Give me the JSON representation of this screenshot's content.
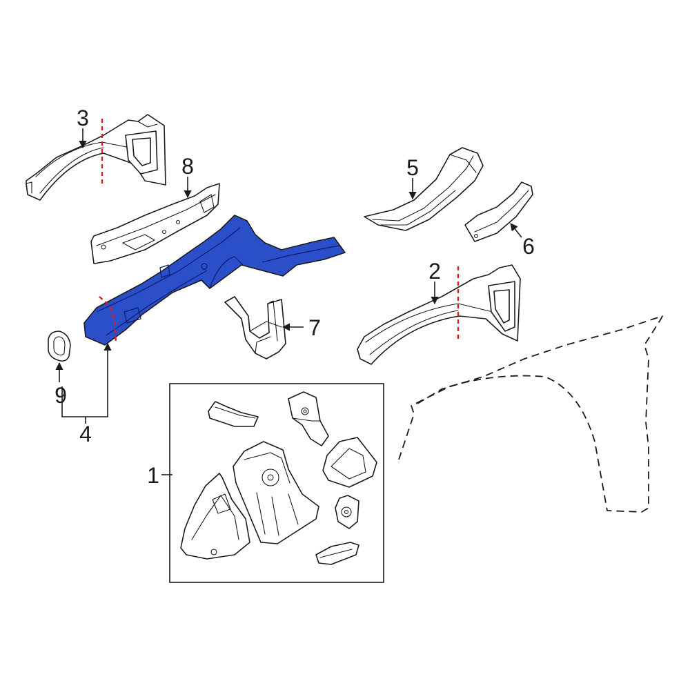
{
  "colors": {
    "highlight": "#2b4fc9",
    "cut_line": "#d42020",
    "line": "#1a1a1a",
    "background": "#ffffff"
  },
  "callouts": {
    "c1": "1",
    "c2": "2",
    "c3": "3",
    "c4": "4",
    "c5": "5",
    "c6": "6",
    "c7": "7",
    "c8": "8",
    "c9": "9"
  }
}
